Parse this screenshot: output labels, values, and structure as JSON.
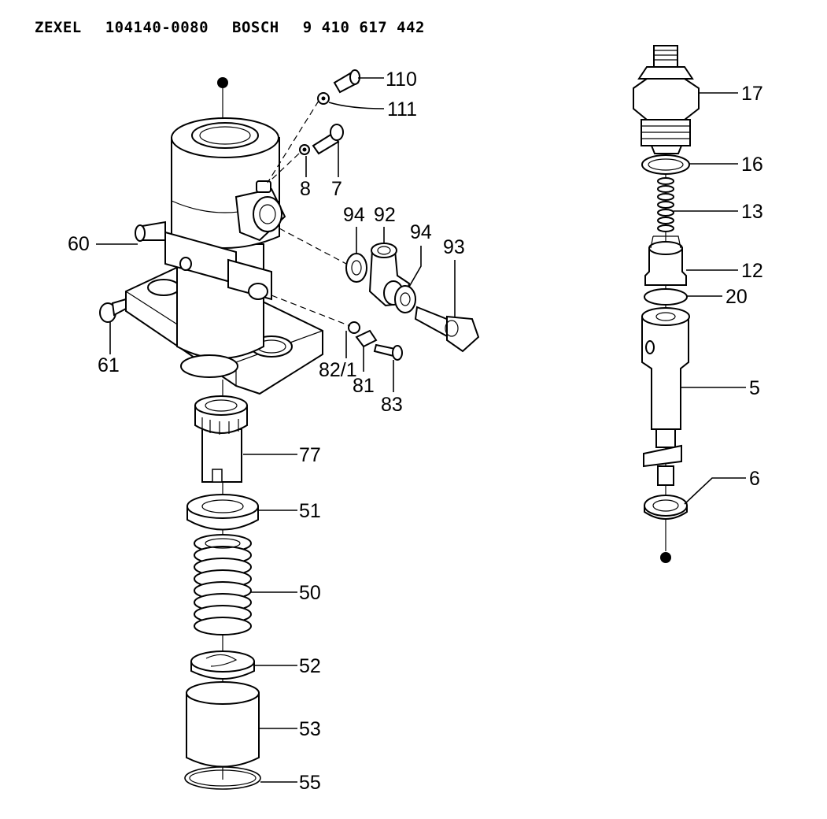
{
  "header": {
    "maker": "ZEXEL",
    "zexel_no": "104140-0080",
    "brand": "BOSCH",
    "bosch_no": "9 410 617 442"
  },
  "callouts": {
    "p110": "110",
    "p111": "111",
    "p8": "8",
    "p7": "7",
    "p60": "60",
    "p61": "61",
    "p94a": "94",
    "p92": "92",
    "p94b": "94",
    "p93": "93",
    "p82": "82/1",
    "p81": "81",
    "p83": "83",
    "p77": "77",
    "p51": "51",
    "p50": "50",
    "p52": "52",
    "p53": "53",
    "p55": "55",
    "p17": "17",
    "p16": "16",
    "p13": "13",
    "p12": "12",
    "p20": "20",
    "p5": "5",
    "p6": "6"
  }
}
